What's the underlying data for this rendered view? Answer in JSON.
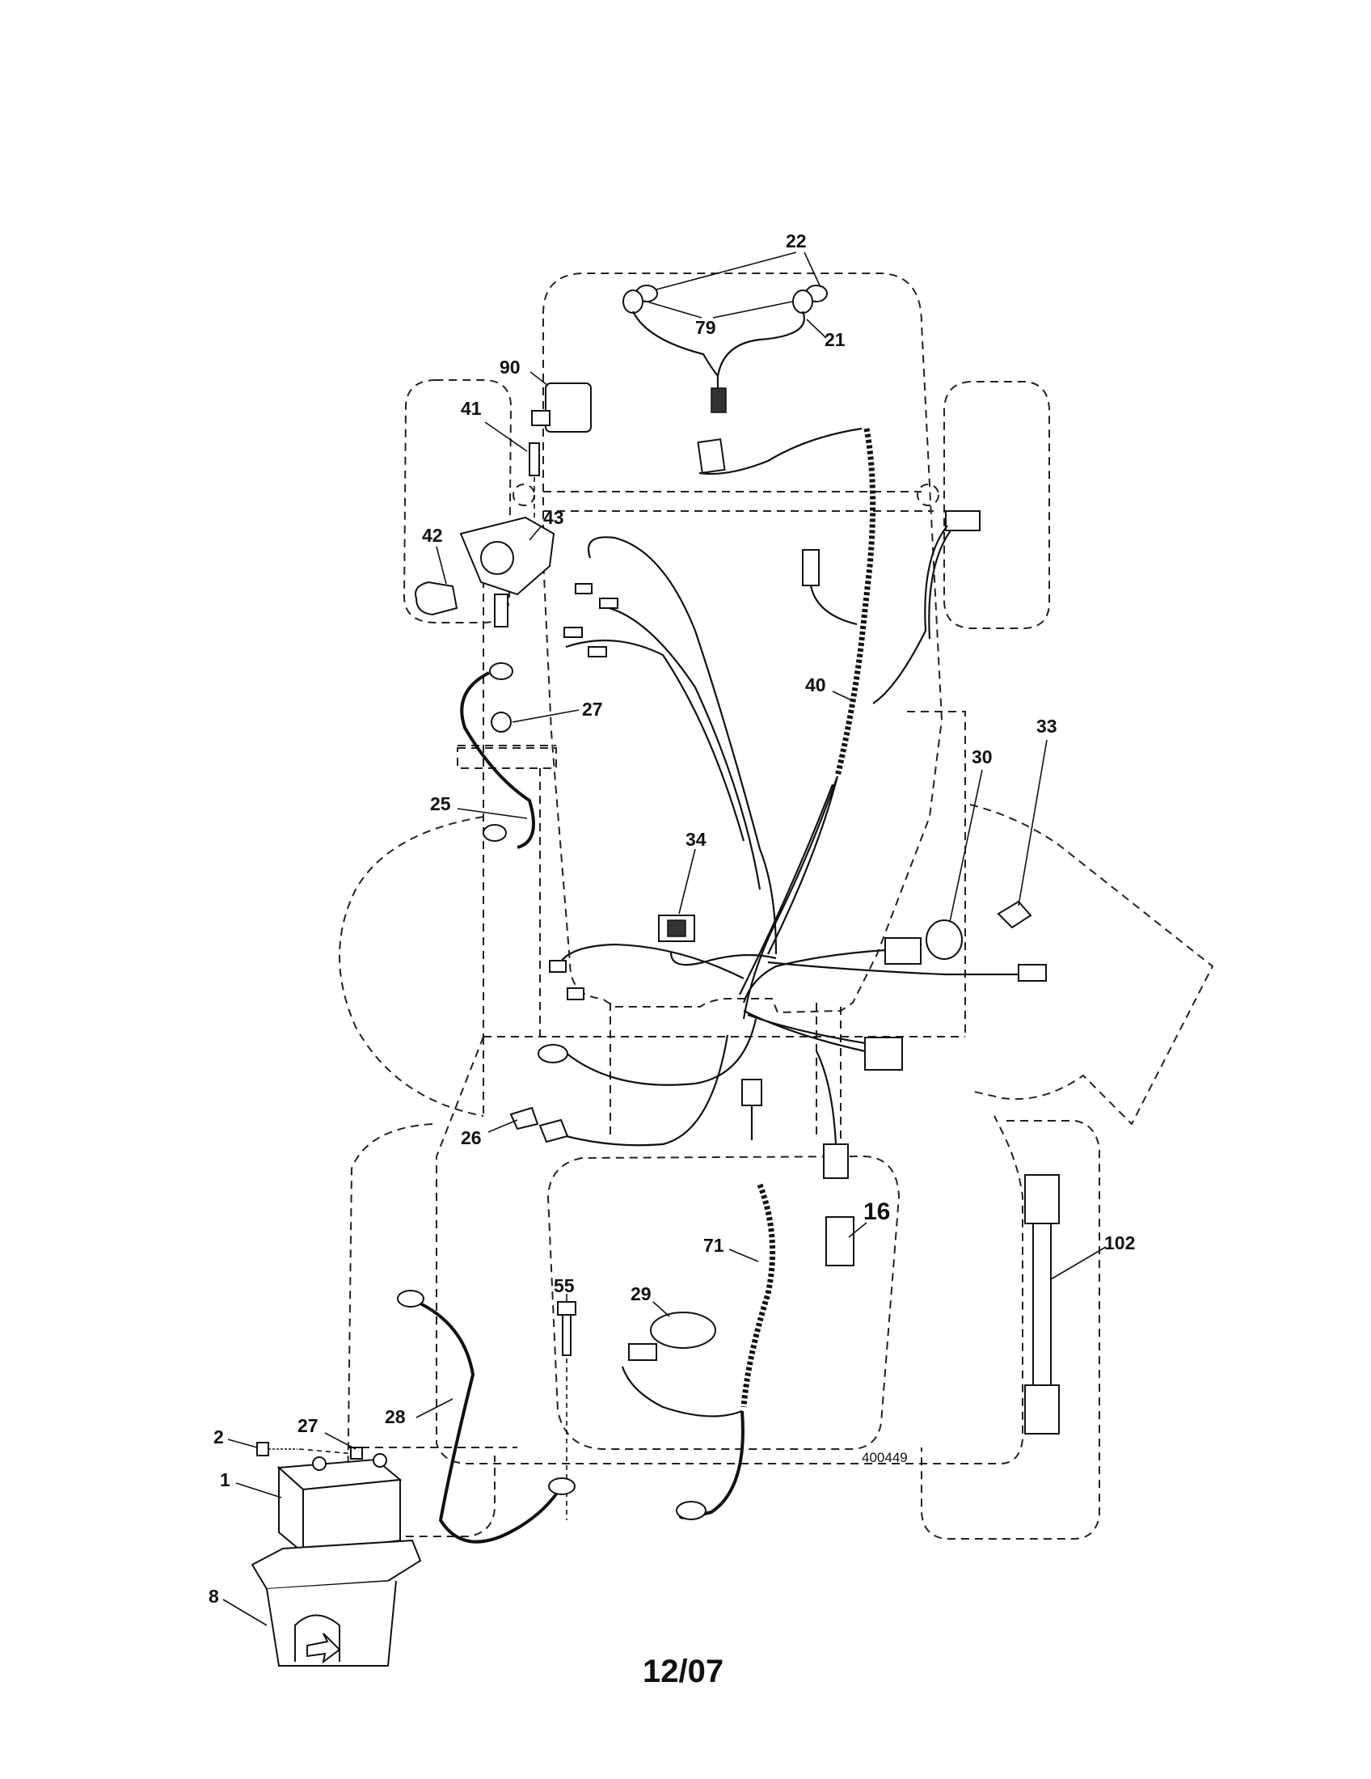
{
  "diagram": {
    "callouts": [
      {
        "id": "c22",
        "label": "22"
      },
      {
        "id": "c79",
        "label": "79"
      },
      {
        "id": "c21",
        "label": "21"
      },
      {
        "id": "c90",
        "label": "90"
      },
      {
        "id": "c41",
        "label": "41"
      },
      {
        "id": "c42",
        "label": "42"
      },
      {
        "id": "c43",
        "label": "43"
      },
      {
        "id": "c27a",
        "label": "27"
      },
      {
        "id": "c40",
        "label": "40"
      },
      {
        "id": "c33",
        "label": "33"
      },
      {
        "id": "c30",
        "label": "30"
      },
      {
        "id": "c25",
        "label": "25"
      },
      {
        "id": "c34",
        "label": "34"
      },
      {
        "id": "c26",
        "label": "26"
      },
      {
        "id": "c16",
        "label": "16"
      },
      {
        "id": "c102",
        "label": "102"
      },
      {
        "id": "c71",
        "label": "71"
      },
      {
        "id": "c55",
        "label": "55"
      },
      {
        "id": "c29",
        "label": "29"
      },
      {
        "id": "c28",
        "label": "28"
      },
      {
        "id": "c27b",
        "label": "27"
      },
      {
        "id": "c2",
        "label": "2"
      },
      {
        "id": "c1",
        "label": "1"
      },
      {
        "id": "c8",
        "label": "8"
      }
    ],
    "drawing_number": "400449",
    "date": "12/07"
  }
}
